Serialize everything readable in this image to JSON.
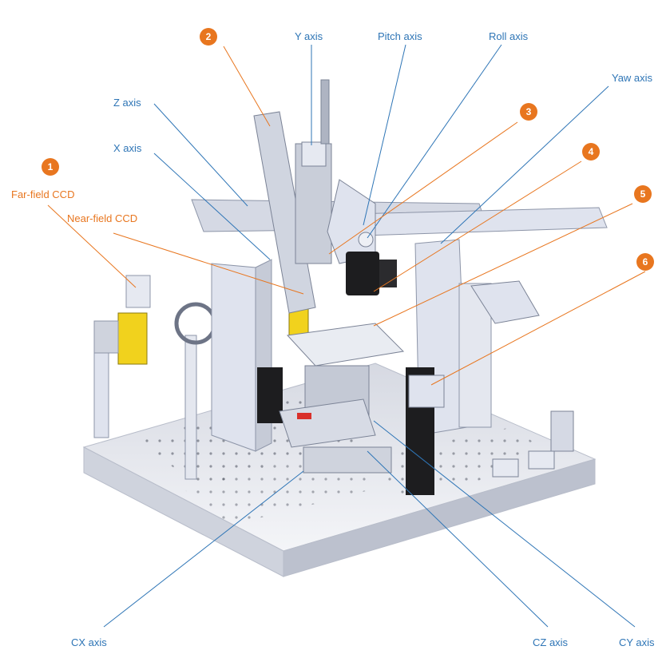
{
  "colors": {
    "axis_label": "#2e75b6",
    "component_label": "#e8761f",
    "badge": "#e8761f",
    "machine_body": "#dfe3ee",
    "machine_shadow": "#9aa3b5",
    "black_parts": "#1d1d1f",
    "yellow_parts": "#f1d21d"
  },
  "axis_labels": {
    "y_axis": "Y axis",
    "pitch_axis": "Pitch axis",
    "roll_axis": "Roll axis",
    "yaw_axis": "Yaw axis",
    "z_axis": "Z axis",
    "x_axis": "X axis",
    "cx_axis": "CX axis",
    "cz_axis": "CZ axis",
    "cy_axis": "CY axis"
  },
  "components": {
    "far_field_ccd": "Far-field CCD",
    "near_field_ccd": "Near-field CCD"
  },
  "badges": [
    "1",
    "2",
    "3",
    "4",
    "5",
    "6"
  ]
}
